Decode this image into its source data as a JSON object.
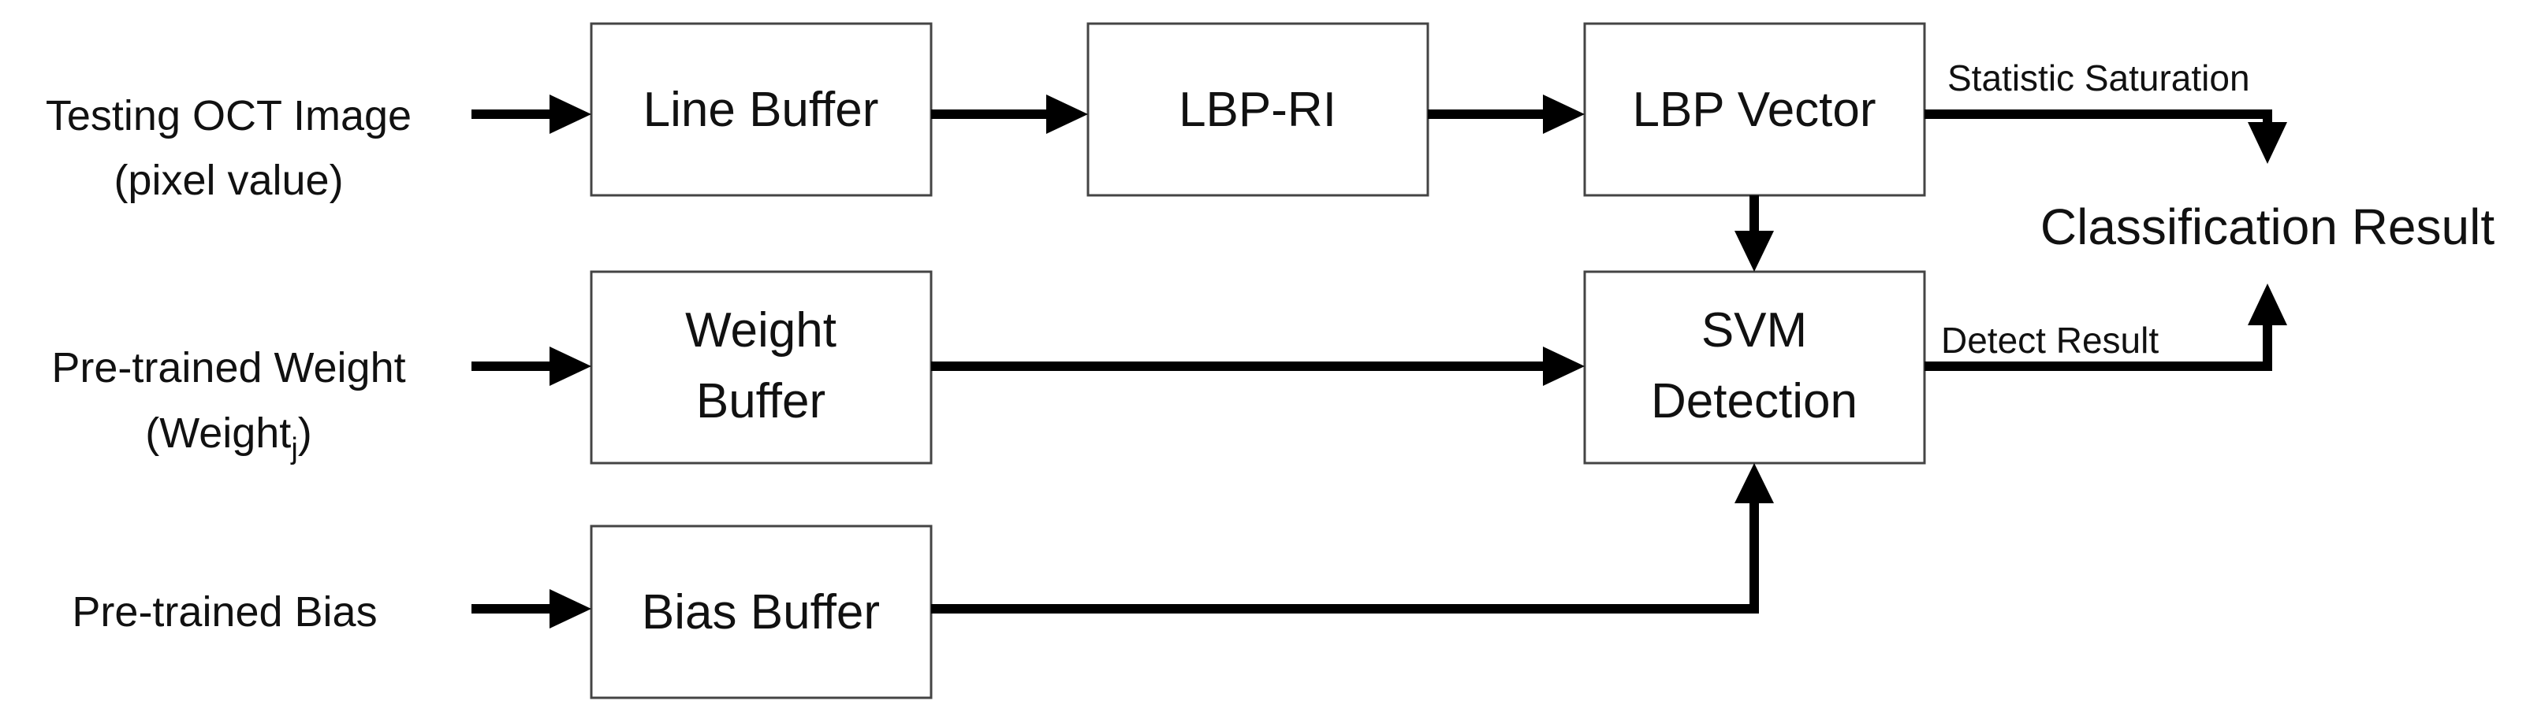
{
  "inputs": {
    "testing_image": {
      "line1": "Testing OCT Image",
      "line2": "(pixel value)"
    },
    "weight": {
      "line1": "Pre-trained Weight",
      "line2_prefix": "(Weight",
      "line2_sub": "j",
      "line2_suffix": ")"
    },
    "bias": {
      "line1": "Pre-trained Bias"
    }
  },
  "blocks": {
    "line_buffer": "Line Buffer",
    "lbp_ri": "LBP-RI",
    "lbp_vector": "LBP Vector",
    "weight_buffer": {
      "line1": "Weight",
      "line2": "Buffer"
    },
    "svm_detection": {
      "line1": "SVM",
      "line2": "Detection"
    },
    "bias_buffer": "Bias Buffer"
  },
  "edge_labels": {
    "statistic_saturation": "Statistic Saturation",
    "detect_result": "Detect Result"
  },
  "output": {
    "classification_result": "Classification Result"
  }
}
